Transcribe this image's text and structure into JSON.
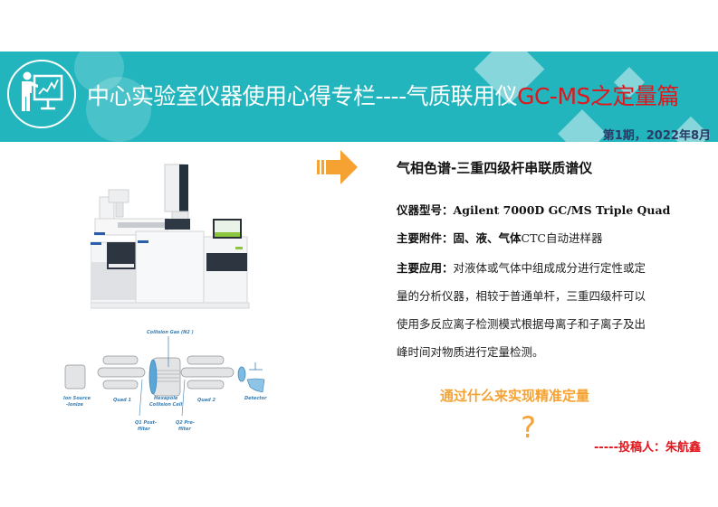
{
  "banner": {
    "title_main": "中心实验室仪器使用心得专栏----气质联用仪",
    "title_highlight": "GC-MS之定量篇",
    "issue": "第1期，2022年8月",
    "logo_icon": "presentation-icon",
    "colors": {
      "background": "#23b5bd",
      "highlight": "#e0161d",
      "issue": "#2c3a66"
    }
  },
  "content": {
    "arrow_icon": "arrow-right-icon",
    "heading": "气相色谱-三重四级杆串联质谱仪",
    "model_label": "仪器型号：",
    "model_value": "Agilent 7000D GC/MS  Triple Quad",
    "accessory_label": "主要附件：",
    "accessory_bold": "固、液、气体",
    "accessory_value": "CTC自动进样器",
    "application_label": "主要应用：",
    "application_lines": [
      "对液体或气体中组成成分进行定性或定",
      "量的分析仪器，相较于普通单杆，三重四级杆可以",
      "使用多反应离子检测模式根据母离子和子离子及出",
      "峰时间对物质进行定量检测。"
    ],
    "question": "通过什么来实现精准定量",
    "question_mark": "?",
    "author": "-----投稿人：朱航鑫",
    "colors": {
      "accent": "#f5a233",
      "author": "#e0161d"
    }
  },
  "diagram": {
    "labels": {
      "collision_gas": "Collision Gas (N2 )",
      "ion_source": "Ion Source",
      "ionize": "-Ionize",
      "quad1": "Quad 1",
      "hexapole": "Hexapole",
      "collision_cell": "Collision Cell",
      "quad2": "Quad 2",
      "detector": "Detector",
      "q1_post": "Q1 Post-",
      "q1_filter": "filter",
      "q2_pre": "Q2 Pre-",
      "q2_filter": "filter"
    }
  }
}
